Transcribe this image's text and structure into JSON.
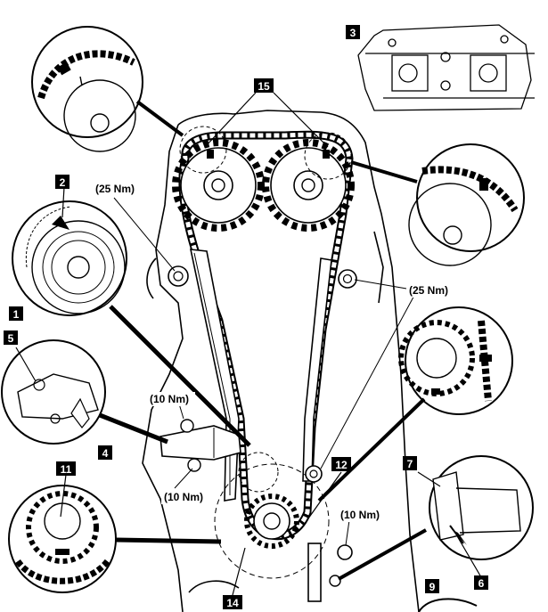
{
  "callouts": {
    "c1": "1",
    "c2": "2",
    "c3": "3",
    "c4": "4",
    "c5": "5",
    "c6": "6",
    "c7": "7",
    "c9": "9",
    "c11": "11",
    "c12": "12",
    "c14": "14",
    "c15": "15"
  },
  "torque": {
    "upper_left": "(25 Nm)",
    "upper_right": "(25 Nm)",
    "tensioner_top": "(10 Nm)",
    "tensioner_bottom": "(10 Nm)",
    "guide_lower": "(10 Nm)"
  }
}
